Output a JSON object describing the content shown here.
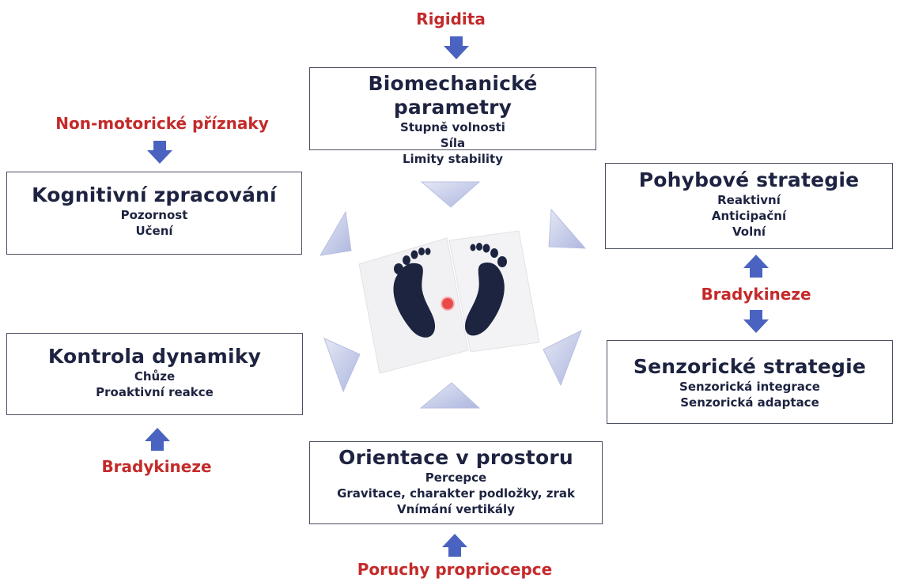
{
  "boxes": {
    "biomechanics": {
      "title": "Biomechanické parametry",
      "items": [
        "Stupně volnosti",
        "Síla",
        "Limity stability"
      ]
    },
    "cognitive": {
      "title": "Kognitivní zpracování",
      "items": [
        "Pozornost",
        "Učení"
      ]
    },
    "movement": {
      "title": "Pohybové strategie",
      "items": [
        "Reaktivní",
        "Anticipační",
        "Volní"
      ]
    },
    "sensory": {
      "title": "Senzorické strategie",
      "items": [
        "Senzorická integrace",
        "Senzorická adaptace"
      ]
    },
    "dynamics": {
      "title": "Kontrola dynamiky",
      "items": [
        "Chůze",
        "Proaktivní reakce"
      ]
    },
    "orientation": {
      "title": "Orientace v prostoru",
      "items": [
        "Percepce",
        "Gravitace, charakter podložky, zrak",
        "Vnímání vertikály"
      ]
    }
  },
  "factors": {
    "rigidity": "Rigidita",
    "nonmotor": "Non-motorické příznaky",
    "bradykinesia_right": "Bradykineze",
    "bradykinesia_left": "Bradykineze",
    "proprioception": "Poruchy propriocepce"
  },
  "colors": {
    "factor_text": "#c42a2a",
    "arrow_fill": "#4a63c0",
    "box_border": "#4a4f63",
    "title_text": "#1d2340",
    "triangle_fill": "#c9cfe8",
    "foot_fill": "#1c2440",
    "center_dot": "#e84a4a"
  },
  "icons": {
    "factor_arrows": "block-arrow-icon",
    "cycle_markers": "triangle-icon",
    "center": "footprints-icon"
  }
}
